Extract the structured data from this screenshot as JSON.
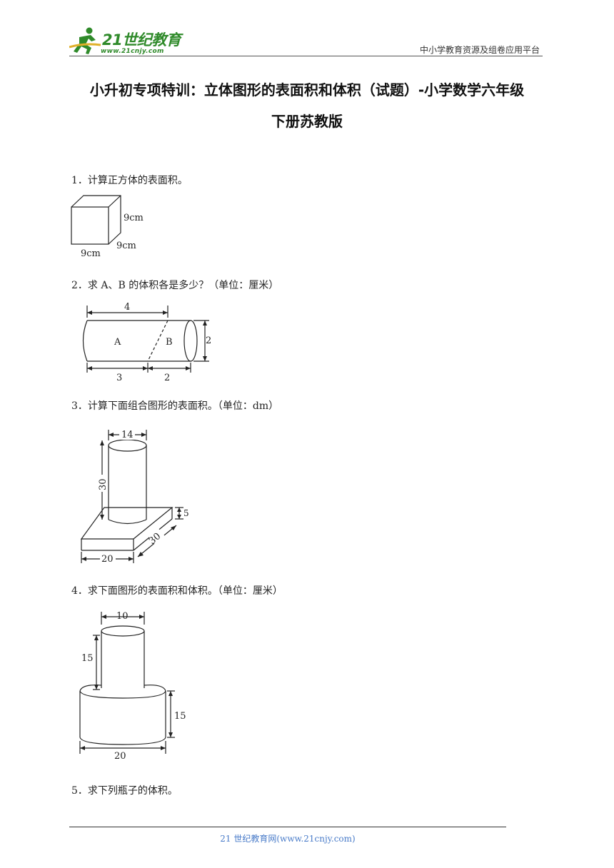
{
  "header": {
    "logo_text": "21世纪教育",
    "logo_url": "www.21cnjy.com",
    "right_text": "中小学教育资源及组卷应用平台"
  },
  "title": {
    "line1": "小升初专项特训：立体图形的表面积和体积（试题）-小学数学六年级",
    "line2": "下册苏教版"
  },
  "questions": [
    {
      "text": "1．计算正方体的表面积。",
      "figure_labels": [
        "9cm",
        "9cm",
        "9cm"
      ]
    },
    {
      "text": "2．求 A、B 的体积各是多少？（单位：厘米）",
      "figure_labels": [
        "4",
        "A",
        "B",
        "2",
        "3",
        "2"
      ]
    },
    {
      "text": "3．计算下面组合图形的表面积。（单位：dm）",
      "figure_labels": [
        "14",
        "30",
        "5",
        "30",
        "20"
      ]
    },
    {
      "text": "4．求下面图形的表面积和体积。（单位：厘米）",
      "figure_labels": [
        "10",
        "15",
        "15",
        "20"
      ]
    },
    {
      "text": "5．求下列瓶子的体积。"
    }
  ],
  "footer": {
    "text": "21 世纪教育网(www.21cnjy.com)"
  }
}
